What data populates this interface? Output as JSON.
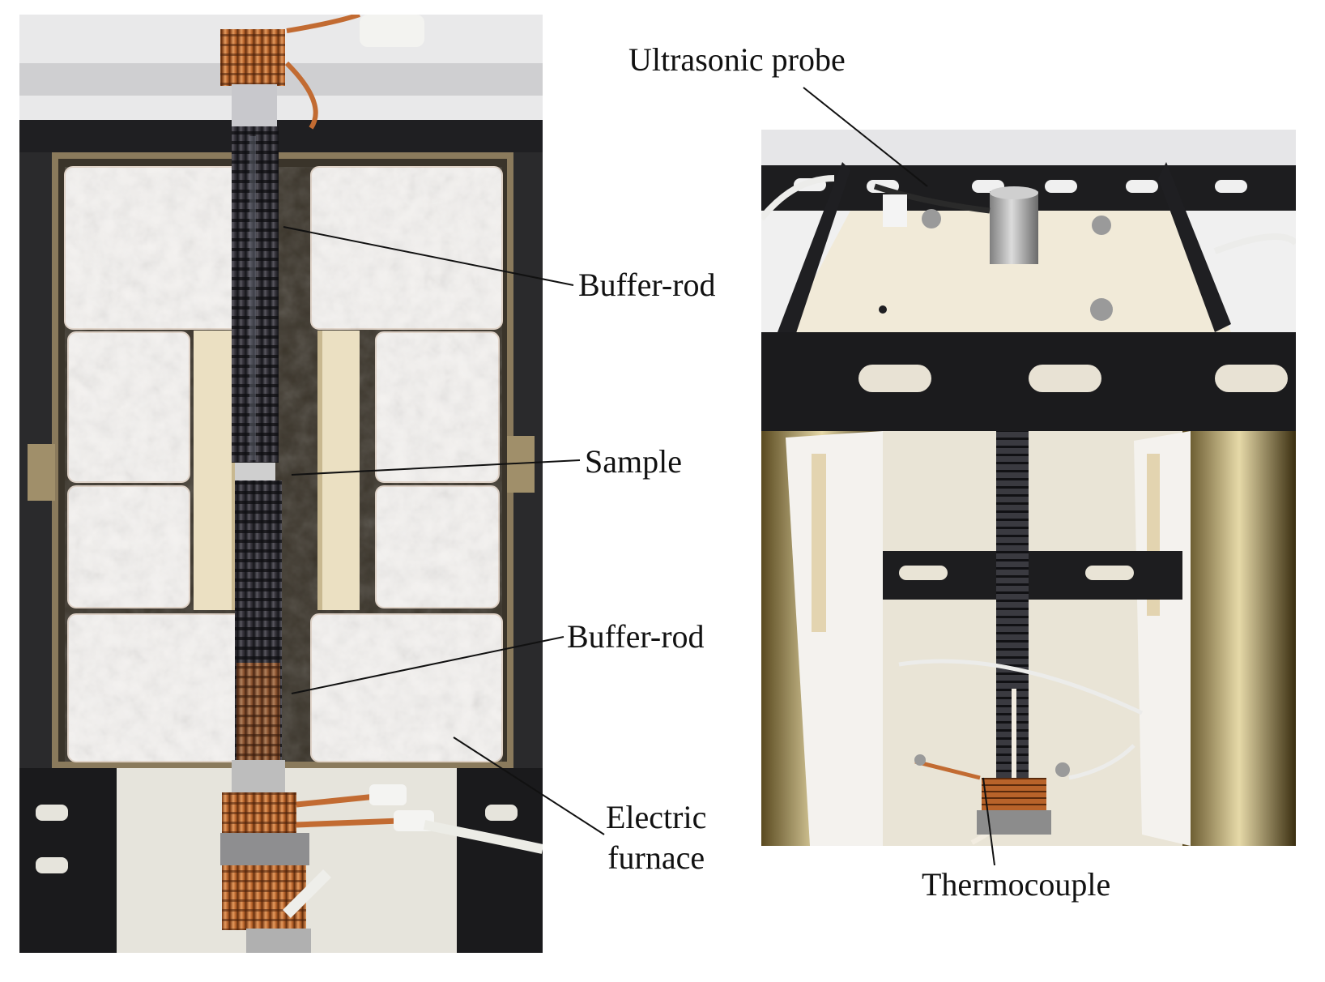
{
  "labels": {
    "ultrasonic_probe": "Ultrasonic probe",
    "buffer_rod_top": "Buffer-rod",
    "sample": "Sample",
    "buffer_rod_bottom": "Buffer-rod",
    "electric_furnace_line1": "Electric",
    "electric_furnace_line2": "furnace",
    "thermocouple": "Thermocouple"
  },
  "colors": {
    "background": "#ffffff",
    "text": "#111111",
    "leader_line": "#111111",
    "insulation": "#f2f0ee",
    "copper": "#b8632a",
    "dark_rod": "#2a2a30",
    "frame_black": "#1b1b1d",
    "ceramic": "#e8dcc0"
  }
}
